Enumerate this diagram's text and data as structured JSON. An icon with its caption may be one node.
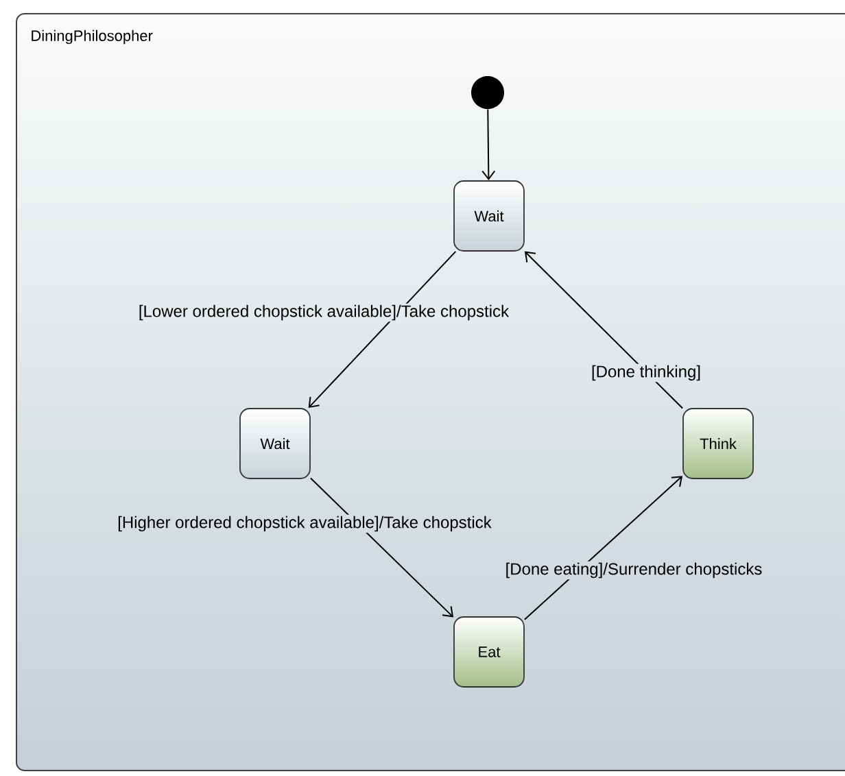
{
  "diagram": {
    "nodes": [
      {
        "text": [
          "DiningPhilosopher"
        ]
      },
      {
        "text": [],
        "shape": "circle",
        "in": 0
      },
      {
        "text": [
          "Wait"
        ],
        "in": 0
      },
      {
        "text": [
          "Wait"
        ],
        "in": 0
      },
      {
        "text": [
          "Think"
        ],
        "in": 0
      },
      {
        "text": [
          "Eat"
        ],
        "in": 0
      }
    ],
    "edges": [
      {
        "from": 1,
        "to": 2,
        "arrow": "to"
      },
      {
        "from": 2,
        "to": 3,
        "arrow": "to",
        "label": "[Lower ordered chopstick available]/Take chopstick"
      },
      {
        "from": 3,
        "to": 5,
        "arrow": "to",
        "label": "[Higher ordered chopstick available]/Take chopstick"
      },
      {
        "from": 5,
        "to": 4,
        "arrow": "to",
        "label": "[Done eating]/Surrender chopsticks"
      },
      {
        "from": 4,
        "to": 2,
        "arrow": "to",
        "label": "[Done thinking]"
      }
    ]
  }
}
